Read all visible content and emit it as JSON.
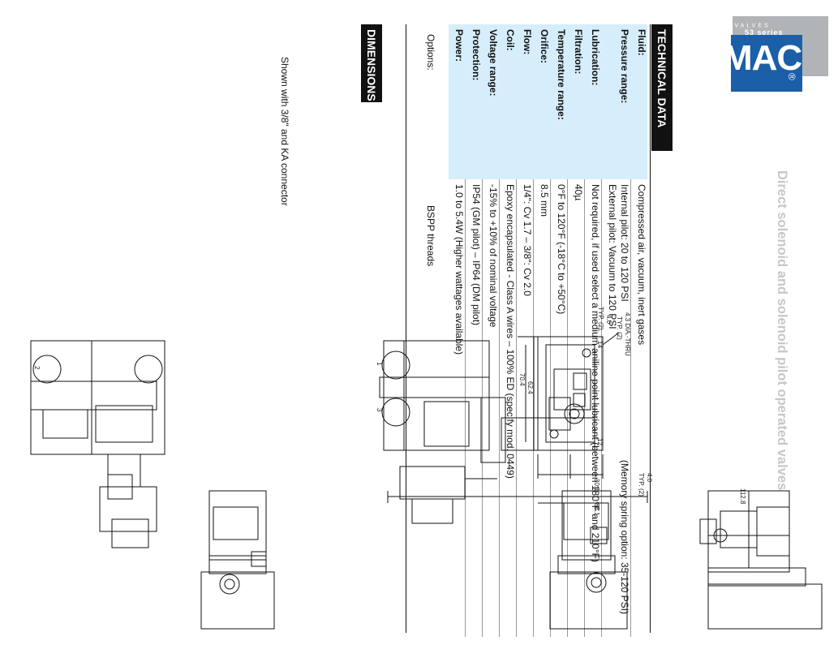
{
  "brand": {
    "logo_text": "MAC",
    "registered": "®",
    "series": "53 series",
    "sub": "VALVES"
  },
  "headline": "Direct solenoid and solenoid pilot operated valves",
  "technical_data": {
    "title": "TECHNICAL DATA",
    "rows": [
      {
        "label": "Fluid:",
        "value": "Compressed air, vacuum, inert gases"
      },
      {
        "label": "Pressure range:",
        "value": "Internal pilot: 20 to 120 PSI",
        "value_extra": "(Memory spring option: 35-120 PSI)",
        "value_2": "External pilot: Vacuum to 120 PSI"
      },
      {
        "label": "Lubrication:",
        "value": "Not required, if used select a medium aniline point lubricant (between 180°F and 210°F)"
      },
      {
        "label": "Filtration:",
        "value": "40µ"
      },
      {
        "label": "Temperature range:",
        "value": "0°F to 120°F (-18°C to +50°C)"
      },
      {
        "label": "Orifice:",
        "value": "8.5 mm"
      },
      {
        "label": "Flow:",
        "value": "1/4\": Cv 1.7 – 3/8\": Cv 2.0"
      },
      {
        "label": "Coil:",
        "value": "Epoxy encapsulated - Class A wires – 100% ED (specify mod. 0449)"
      },
      {
        "label": "Voltage range:",
        "value": "-15% to +10% of nominal voltage"
      },
      {
        "label": "Protection:",
        "value": "IP54 (GM pilot) – IP64 (DM pilot)"
      },
      {
        "label": "Power:",
        "value": "1.0 to 5.4W (Higher wattages available)"
      }
    ],
    "options_label": "Options:",
    "options_value": "BSPP threads"
  },
  "dimensions": {
    "title": "DIMENSIONS",
    "note": "Shown with 3/8\" and KA connector",
    "labels": {
      "d1": "4.0",
      "d1_typ": "TYP. (2)",
      "d2": "70.4",
      "d3": "62.4",
      "hole": "4.3 DIA.-THRU",
      "hole_typ": "TYP. (2)",
      "d4": "30.1",
      "d5": "38.1",
      "d6": "4.0",
      "d6_typ": "TYP. (2)",
      "d7": "112.8",
      "port1": "1",
      "port2": "2",
      "port3": "3",
      "port12": "12",
      "port14": "14"
    }
  }
}
